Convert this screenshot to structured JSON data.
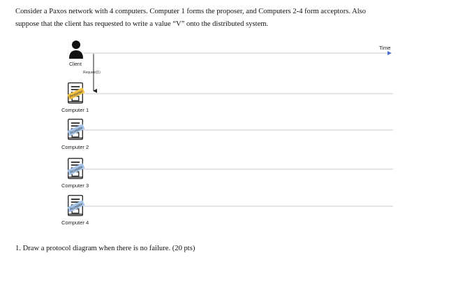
{
  "intro": {
    "line1": "Consider a Paxos network with 4 computers. Computer 1 forms the proposer, and Computers 2-4 form acceptors. Also",
    "line2": "suppose that the client has requested to write a value “V” onto the distributed system."
  },
  "diagram": {
    "time_label": "Time",
    "client_label": "Client",
    "request_label": "Request(1)",
    "nodes": [
      {
        "name": "Computer 1",
        "role": "Proposer"
      },
      {
        "name": "Computer 2",
        "role": "Acceptor"
      },
      {
        "name": "Computer 3",
        "role": "Acceptor"
      },
      {
        "name": "Computer 4",
        "role": "Acceptor"
      }
    ],
    "colors": {
      "timeline": "#c7cbd6",
      "arrow": "#4a6fd0",
      "proposer_tag": "#f2c144",
      "acceptor_tag": "#a7c6ec"
    }
  },
  "question": {
    "text": "1. Draw a protocol diagram when there is no failure. (20 pts)"
  }
}
